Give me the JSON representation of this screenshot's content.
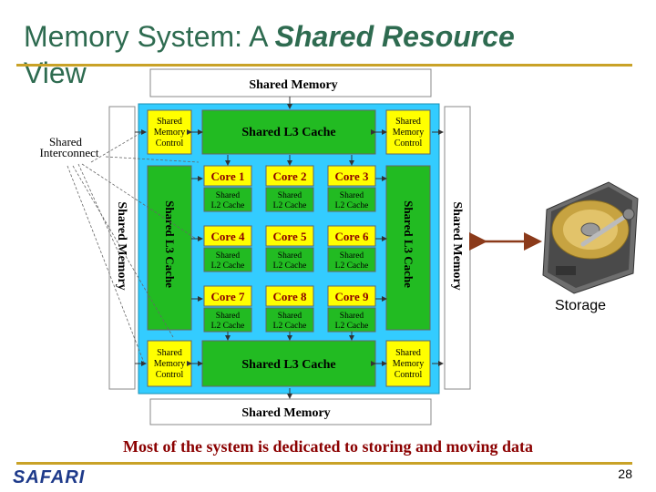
{
  "slide": {
    "title_plain": "Memory System: A ",
    "title_emphasis": "Shared Resource",
    "title_rest": "View",
    "caption": "Most of the system is dedicated to storing and moving data",
    "page_number": "28",
    "logo": "SAFARI",
    "storage_label": "Storage"
  },
  "diagram": {
    "shared_memory": "Shared Memory",
    "shared_l3": "Shared L3 Cache",
    "shared_interconnect": [
      "Shared",
      "Interconnect"
    ],
    "memory_control": [
      "Shared",
      "Memory",
      "Control"
    ],
    "l2_cache": [
      "Shared",
      "L2 Cache"
    ],
    "cores": [
      "Core 1",
      "Core 2",
      "Core 3",
      "Core 4",
      "Core 5",
      "Core 6",
      "Core 7",
      "Core 8",
      "Core 9"
    ]
  },
  "colors": {
    "title": "#2e6b50",
    "rule": "#c9a227",
    "chip_bg": "#33ccff",
    "green_block": "#22bb22",
    "yellow_block": "#ffff00",
    "caption": "#8b0000",
    "arrow": "#8b3a1a"
  }
}
